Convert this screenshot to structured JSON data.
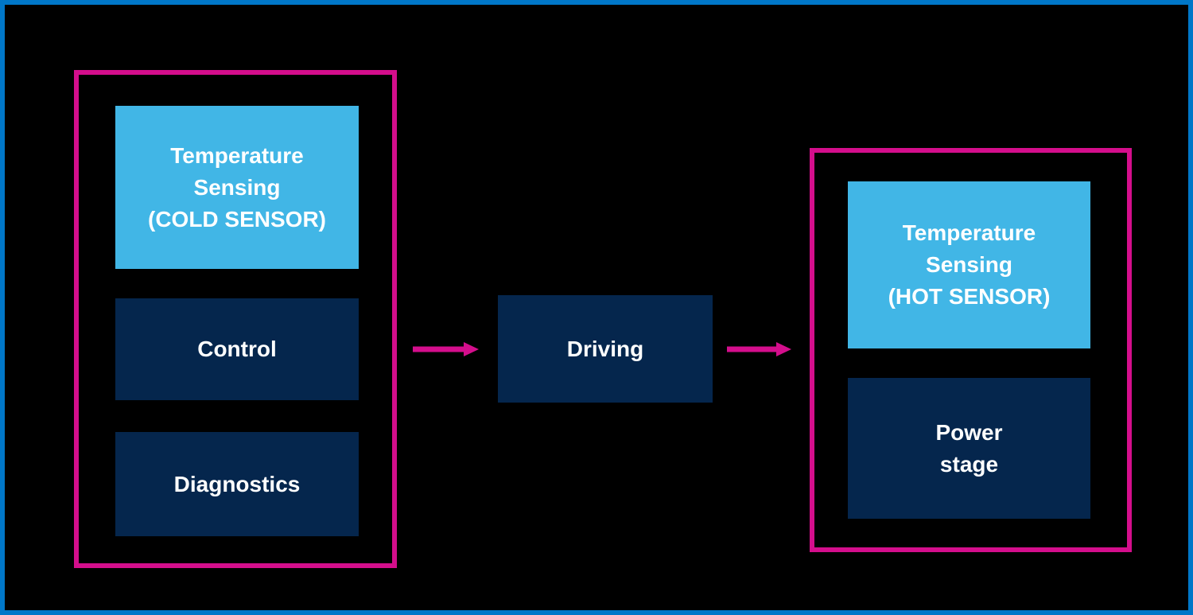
{
  "colors": {
    "background": "#000000",
    "frame_blue": "#0077C8",
    "accent_magenta": "#D40E8C",
    "box_light_blue": "#41B6E6",
    "box_navy": "#05264D",
    "text_white": "#FFFFFF"
  },
  "nodes": {
    "cold_sensor": {
      "lines": [
        "Temperature",
        "Sensing",
        "(COLD SENSOR)"
      ]
    },
    "control": {
      "lines": [
        "Control"
      ]
    },
    "diagnostics": {
      "lines": [
        "Diagnostics"
      ]
    },
    "driving": {
      "lines": [
        "Driving"
      ]
    },
    "hot_sensor": {
      "lines": [
        "Temperature",
        "Sensing",
        "(HOT SENSOR)"
      ]
    },
    "power_stage": {
      "lines": [
        "Power",
        "stage"
      ]
    }
  },
  "connections": [
    {
      "from": "cold-side-group",
      "to": "driving-node"
    },
    {
      "from": "driving-node",
      "to": "hot-side-group"
    }
  ]
}
